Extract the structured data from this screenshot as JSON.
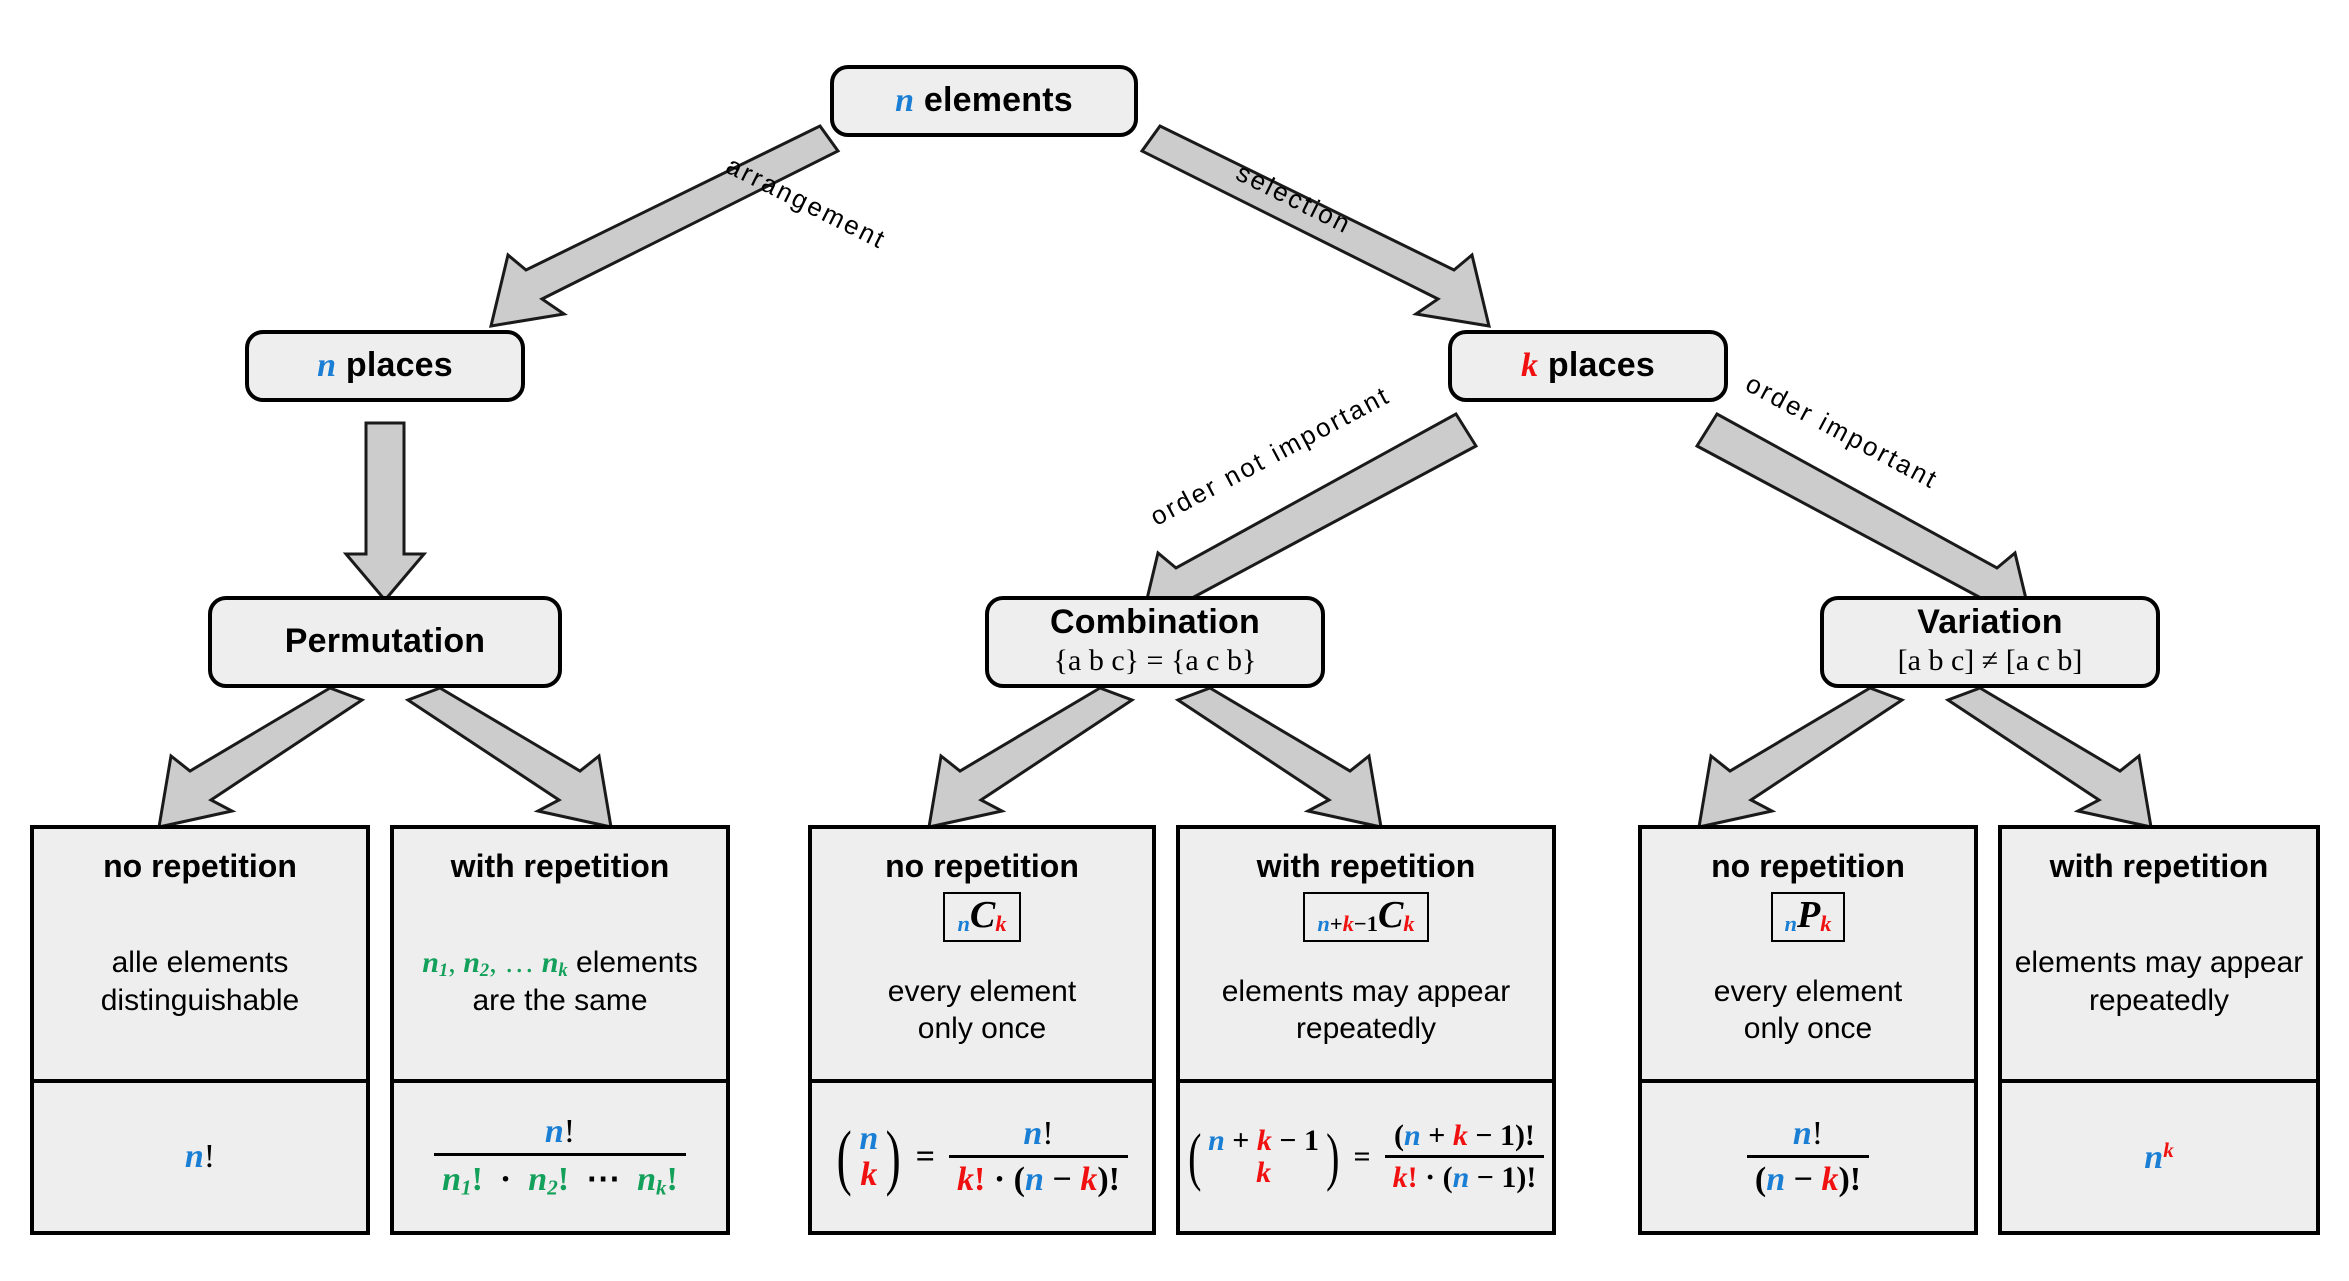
{
  "diagram": {
    "title": "Combinatorics decision tree",
    "colors": {
      "n": "#1a7fd4",
      "k": "#f01010",
      "green": "#13a05a",
      "node_fill": "#eeeeee",
      "stroke": "#000000",
      "arrow_fill": "#cccccc"
    },
    "root": {
      "text_var": "n",
      "text_rest": " elements"
    },
    "edges": [
      {
        "id": "arrangement",
        "label": "arrangement",
        "from": "n-elements",
        "to": "n-places"
      },
      {
        "id": "selection",
        "label": "selection",
        "from": "n-elements",
        "to": "k-places"
      },
      {
        "id": "order-not-important",
        "label": "order not important",
        "from": "k-places",
        "to": "combination"
      },
      {
        "id": "order-important",
        "label": "order important",
        "from": "k-places",
        "to": "variation"
      }
    ],
    "level2": [
      {
        "id": "n-places",
        "var": "n",
        "var_color": "n",
        "rest": " places"
      },
      {
        "id": "k-places",
        "var": "k",
        "var_color": "k",
        "rest": " places"
      }
    ],
    "level3": [
      {
        "id": "permutation",
        "title": "Permutation",
        "sub": ""
      },
      {
        "id": "combination",
        "title": "Combination",
        "sub": "{a b c} = {a c b}"
      },
      {
        "id": "variation",
        "title": "Variation",
        "sub": "[a b c] ≠ [a c b]"
      }
    ],
    "leaves": [
      {
        "id": "permutation-no-repetition",
        "heading": "no repetition",
        "symbol": "",
        "description": "alle elements\ndistinguishable",
        "formula": "n!"
      },
      {
        "id": "permutation-with-repetition",
        "heading": "with repetition",
        "symbol": "",
        "description": "n₁, n₂, … nₖ elements\nare the same",
        "formula": "n! / (n₁! · n₂! ⋯ nₖ!)"
      },
      {
        "id": "combination-no-repetition",
        "heading": "no repetition",
        "symbol": "nCk",
        "description": "every element\nonly once",
        "formula": "(n choose k) = n! / (k! · (n − k)!)"
      },
      {
        "id": "combination-with-repetition",
        "heading": "with repetition",
        "symbol": "n+k−1Ck",
        "description": "elements may appear\nrepeatedly",
        "formula": "(n+k−1 choose k) = (n + k − 1)! / (k! · (n − 1)!)"
      },
      {
        "id": "variation-no-repetition",
        "heading": "no repetition",
        "symbol": "nPk",
        "description": "every element\nonly once",
        "formula": "n! / (n − k)!"
      },
      {
        "id": "variation-with-repetition",
        "heading": "with repetition",
        "symbol": "",
        "description": "elements may appear\nrepeatedly",
        "formula": "n^k"
      }
    ],
    "text": {
      "root_var": "n",
      "root_rest": " elements",
      "n_places_var": "n",
      "k_places_var": "k",
      "places_rest": " places",
      "permutation_title": "Permutation",
      "combination_title": "Combination",
      "combination_sub": "{a b c} = {a c b}",
      "variation_title": "Variation",
      "variation_sub": "[a b c] ≠ [a c b]",
      "no_repetition": "no repetition",
      "with_repetition": "with repetition",
      "perm_nr_desc_l1": "alle elements",
      "perm_nr_desc_l2": "distinguishable",
      "perm_wr_desc_l2": "are the same",
      "perm_wr_desc_tail": " elements",
      "every_element": "every element",
      "only_once": "only once",
      "elements_may_appear": "elements may appear",
      "repeatedly": "repeatedly",
      "label_arrangement": "arrangement",
      "label_selection": "selection",
      "label_order_not_important": "order not important",
      "label_order_important": "order important"
    }
  }
}
